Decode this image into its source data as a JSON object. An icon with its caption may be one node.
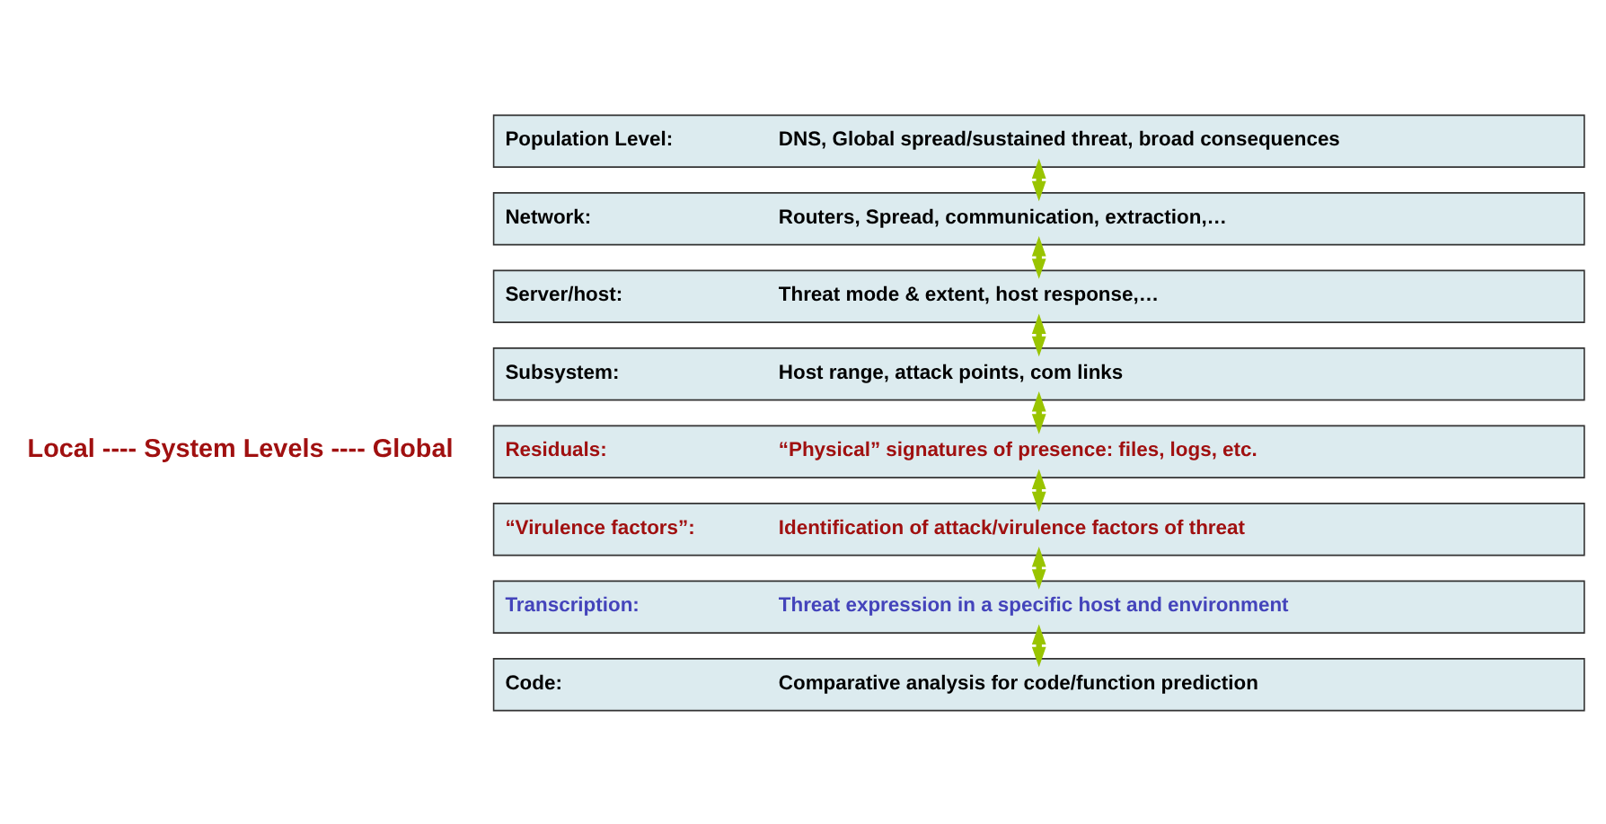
{
  "diagram": {
    "nodes": [
      {
        "text": [
          "Population Level:",
          "DNS, Global spread/sustained threat, broad consequences"
        ]
      },
      {
        "text": [
          "Network:",
          "Routers, Spread, communication, extraction,…"
        ]
      },
      {
        "text": [
          "Server/host:",
          "Threat mode & extent, host response,…"
        ]
      },
      {
        "text": [
          "Subsystem:",
          "Host range, attack points, com links"
        ]
      },
      {
        "text": [
          "Residuals:",
          "“Physical” signatures of presence: files, logs, etc."
        ]
      },
      {
        "text": [
          "“Virulence factors”:",
          "Identification of attack/virulence factors of threat"
        ]
      },
      {
        "text": [
          "Transcription:",
          "Threat expression in a specific host and environment"
        ]
      },
      {
        "text": [
          "Code:",
          "Comparative analysis for code/function prediction"
        ]
      }
    ],
    "edges": [
      {
        "from": 0,
        "to": 1,
        "arrow": "both"
      },
      {
        "from": 1,
        "to": 2,
        "arrow": "both"
      },
      {
        "from": 2,
        "to": 3,
        "arrow": "both"
      },
      {
        "from": 3,
        "to": 4,
        "arrow": "both"
      },
      {
        "from": 4,
        "to": 5,
        "arrow": "both"
      },
      {
        "from": 5,
        "to": 6,
        "arrow": "both"
      },
      {
        "from": 6,
        "to": 7,
        "arrow": "both"
      }
    ],
    "labels": [
      "Local ---- System Levels ---- Global"
    ]
  }
}
